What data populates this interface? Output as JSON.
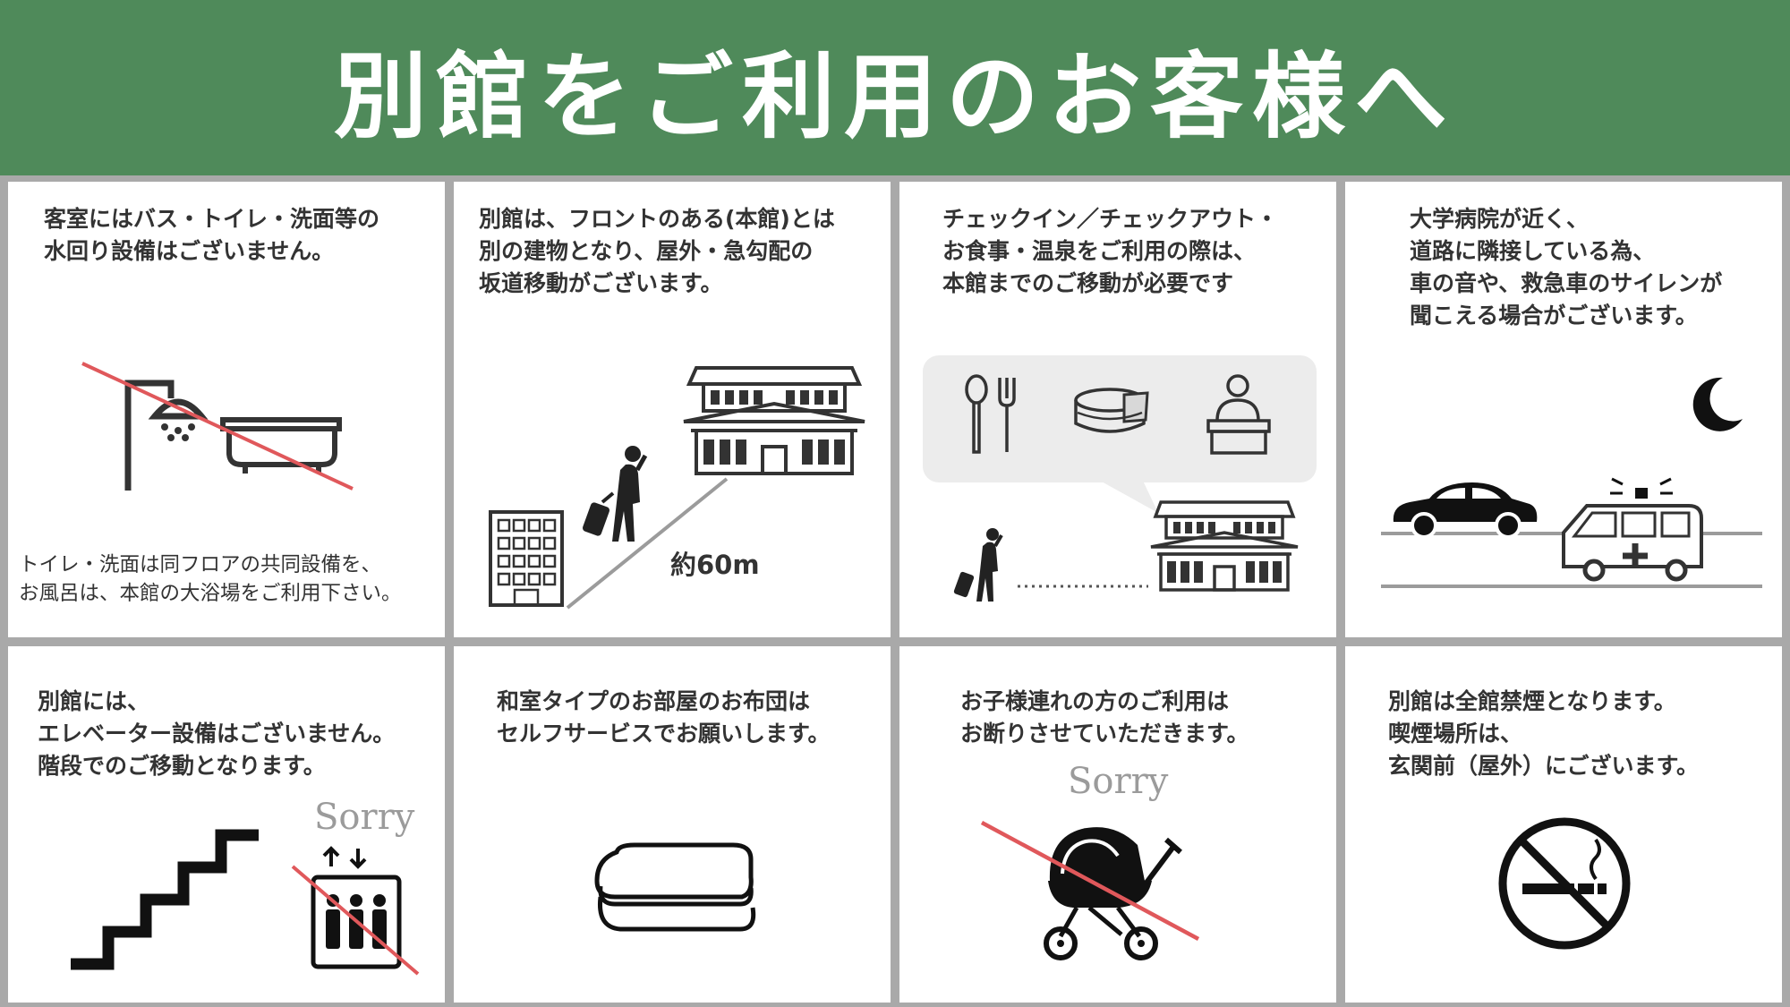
{
  "title": "別館をご利用のお客様へ",
  "panels": [
    {
      "text": "客室にはバス・トイレ・洗面等の\n水回り設備はございません。",
      "sub": "トイレ・洗面は同フロアの共同設備を、\nお風呂は、本館の大浴場をご利用下さい。",
      "icons": [
        "shower-icon",
        "bathtub-icon",
        "prohibited-slash"
      ]
    },
    {
      "text": "別館は、フロントのある(本館)とは\n別の建物となり、屋外・急勾配の\n坂道移動がございます。",
      "distance": "約60m",
      "icons": [
        "building-icon",
        "traveler-icon",
        "ryokan-icon",
        "slope-line"
      ]
    },
    {
      "text": "チェックイン／チェックアウト・\nお食事・温泉をご利用の際は、\n本館までのご移動が必要です",
      "icons": [
        "cutlery-icon",
        "onsen-tub-icon",
        "reception-icon",
        "traveler-icon",
        "ryokan-icon"
      ]
    },
    {
      "text": "大学病院が近く、\n道路に隣接している為、\n車の音や、救急車のサイレンが\n聞こえる場合がございます。",
      "icons": [
        "moon-icon",
        "car-icon",
        "ambulance-icon"
      ]
    },
    {
      "text": "別館には、\nエレベーター設備はございません。\n階段でのご移動となります。",
      "sorry": "Sorry",
      "icons": [
        "stairs-icon",
        "elevator-icon",
        "prohibited-slash"
      ]
    },
    {
      "text": "和室タイプのお部屋のお布団は\nセルフサービスでお願いします。",
      "icons": [
        "futon-icon"
      ]
    },
    {
      "text": "お子様連れの方のご利用は\nお断りさせていただきます。",
      "sorry": "Sorry",
      "icons": [
        "stroller-icon",
        "prohibited-slash"
      ]
    },
    {
      "text": "別館は全館禁煙となります。\n喫煙場所は、\n玄関前（屋外）にございます。",
      "icons": [
        "no-smoking-icon"
      ]
    }
  ],
  "colors": {
    "header": "#4f8a5a",
    "slash": "#e0585b",
    "border": "#a9a9a9",
    "bubble": "#ececec"
  }
}
